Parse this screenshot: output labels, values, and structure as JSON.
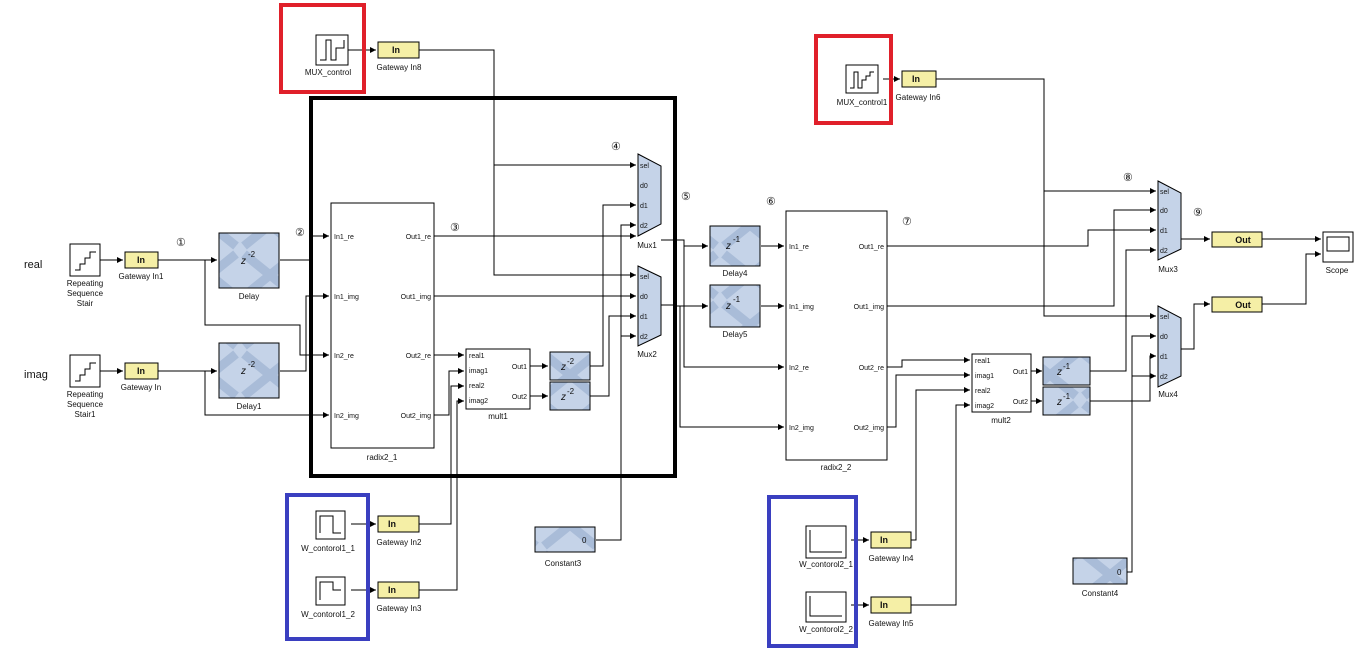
{
  "side_labels": {
    "real": "real",
    "imag": "imag"
  },
  "sources": {
    "stair_real": [
      "Repeating",
      "Sequence",
      "Stair"
    ],
    "stair_imag": [
      "Repeating",
      "Sequence",
      "Stair1"
    ],
    "mux_control": "MUX_control",
    "mux_control1": "MUX_control1",
    "w_11": "W_contorol1_1",
    "w_12": "W_contorol1_2",
    "w_21": "W_contorol2_1",
    "w_22": "W_contorol2_2"
  },
  "gateways": {
    "in_text": "In",
    "out_text": "Out",
    "gw_in1": "Gateway In1",
    "gw_in": "Gateway In",
    "gw_in8": "Gateway In8",
    "gw_in6": "Gateway In6",
    "gw_in2": "Gateway In2",
    "gw_in3": "Gateway In3",
    "gw_in4": "Gateway In4",
    "gw_in5": "Gateway In5"
  },
  "delays": {
    "z2": "z",
    "exp2": "-2",
    "exp1": "-1",
    "delay": "Delay",
    "delay1": "Delay1",
    "delay4": "Delay4",
    "delay5": "Delay5"
  },
  "radix": {
    "name1": "radix2_1",
    "name2": "radix2_2",
    "in_ports": [
      "In1_re",
      "In1_img",
      "In2_re",
      "In2_img"
    ],
    "out_ports": [
      "Out1_re",
      "Out1_img",
      "Out2_re",
      "Out2_img"
    ]
  },
  "mult": {
    "name1": "mult1",
    "name2": "mult2",
    "in_ports": [
      "real1",
      "imag1",
      "real2",
      "imag2"
    ],
    "out_ports": [
      "Out1",
      "Out2"
    ]
  },
  "mux": {
    "ports": [
      "sel",
      "d0",
      "d1",
      "d2"
    ],
    "mux1": "Mux1",
    "mux2": "Mux2",
    "mux3": "Mux3",
    "mux4": "Mux4"
  },
  "constants": {
    "value": "0",
    "c3": "Constant3",
    "c4": "Constant4"
  },
  "scope": "Scope",
  "markers": [
    "①",
    "②",
    "③",
    "④",
    "⑤",
    "⑥",
    "⑦",
    "⑧",
    "⑨"
  ],
  "colors": {
    "highlight_red": "#e0202a",
    "highlight_blue": "#3a3fc0",
    "highlight_black": "#000000",
    "gateway_fill": "#f5efa6",
    "xilinx_fill": "#c5d3e8"
  }
}
